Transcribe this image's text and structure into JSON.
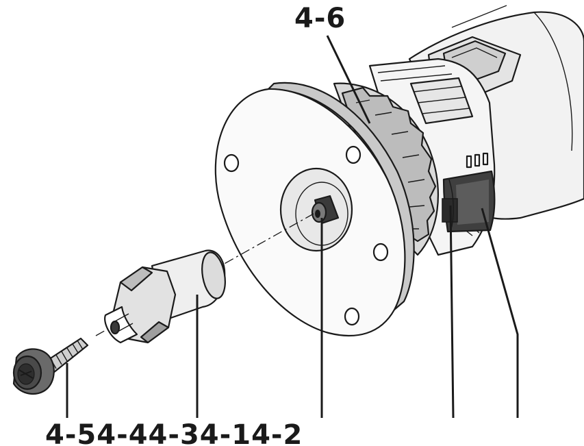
{
  "callouts": {
    "top": "4-6",
    "bottom": [
      "4-5",
      "4-4",
      "4-3",
      "4-1",
      "4-2"
    ]
  },
  "colors": {
    "ink": "#1a1a1a",
    "body_light": "#efefef",
    "body_mid": "#d6d6d6",
    "body_dark": "#9a9a9a",
    "band_dark": "#4a4a4a"
  }
}
